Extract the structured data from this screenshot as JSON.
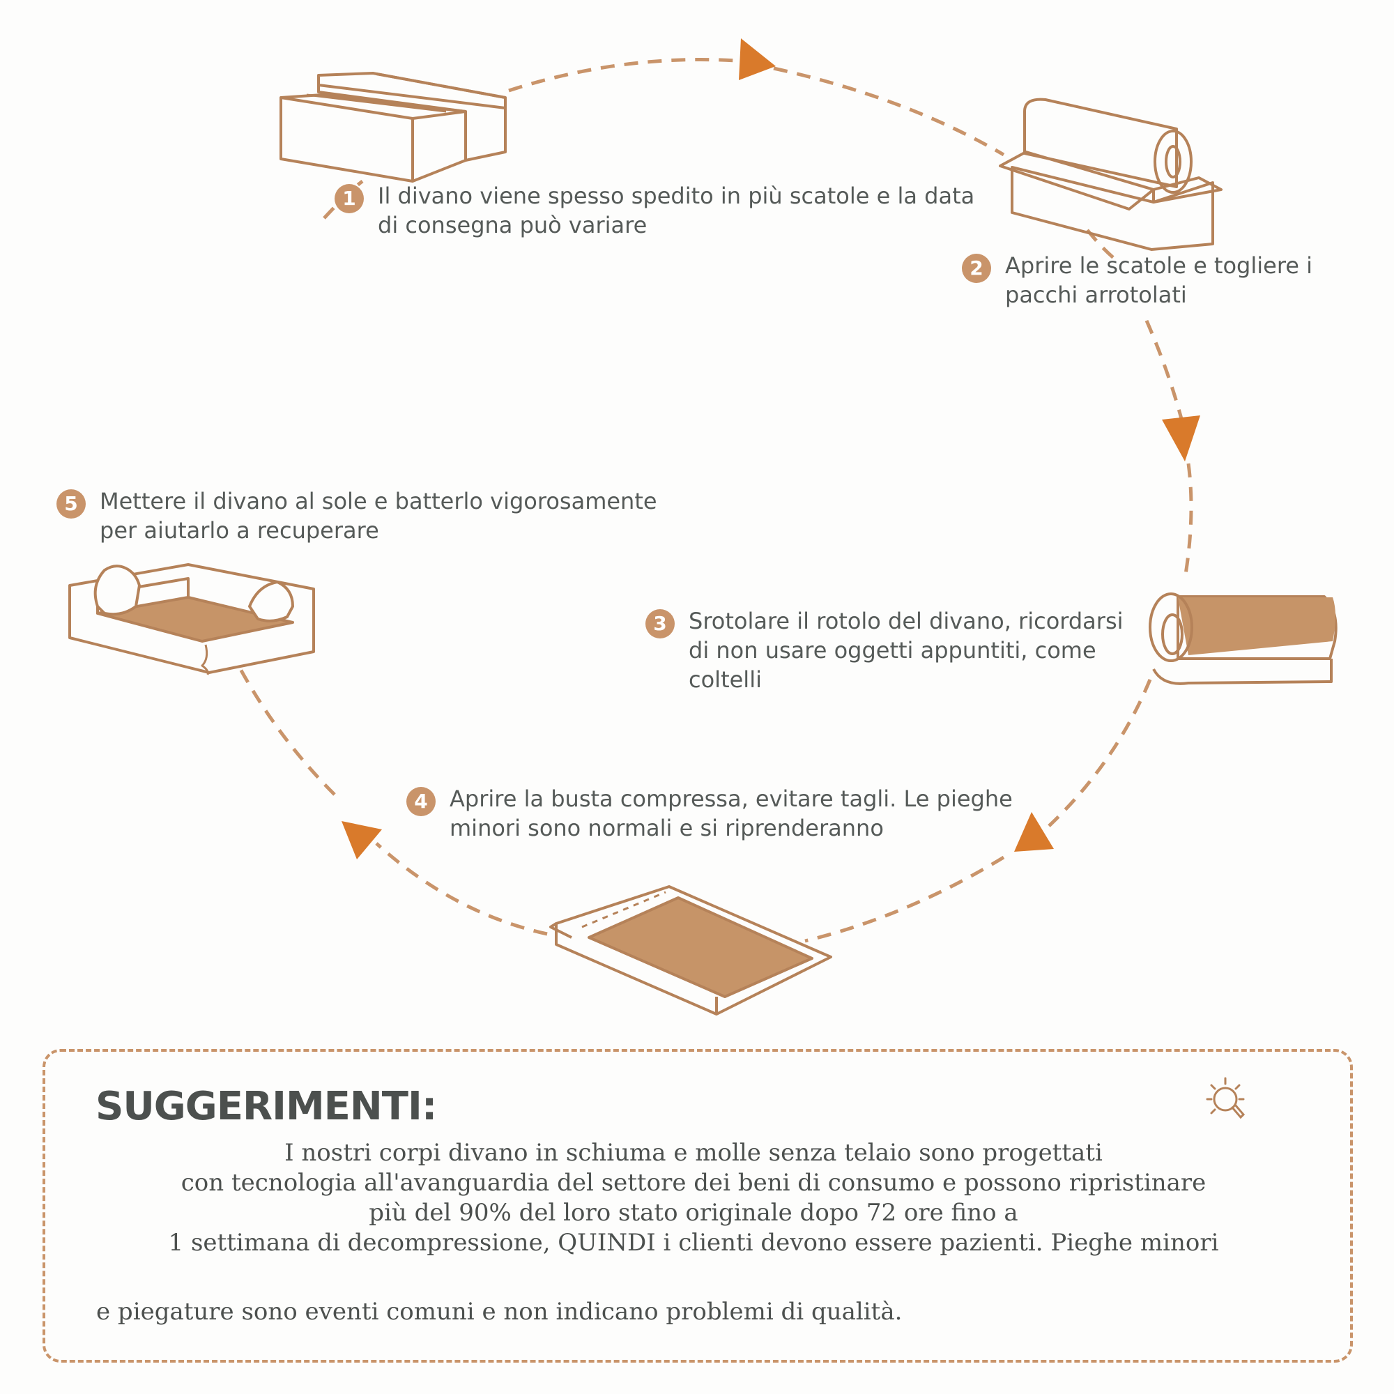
{
  "steps": [
    {
      "number": "1",
      "text": "Il divano viene spesso spedito in più scatole e la data di consegna può variare"
    },
    {
      "number": "2",
      "text": "Aprire le scatole e togliere i pacchi arrotolati"
    },
    {
      "number": "3",
      "text": "Srotolare il rotolo del divano, ricordarsi di non usare oggetti appuntiti, come coltelli"
    },
    {
      "number": "4",
      "text": "Aprire la busta compressa, evitare tagli. Le pieghe minori sono normali e si riprenderanno"
    },
    {
      "number": "5",
      "text": "Mettere il divano al sole e batterlo vigorosamente per aiutarlo a recuperare"
    }
  ],
  "tips": {
    "title": "SUGGERIMENTI:",
    "lines": [
      "I nostri corpi divano in schiuma e molle senza telaio sono progettati",
      "con tecnologia all'avanguardia del settore dei beni di consumo e possono ripristinare",
      "più del 90% del loro stato originale dopo 72 ore fino a",
      "1 settimana di decompressione, QUINDI i clienti devono essere pazienti. Pieghe minori"
    ],
    "last_line": "e piegature sono eventi comuni e non indicano problemi di qualità."
  },
  "colors": {
    "accent": "#c9946a",
    "arrow": "#d97a2b",
    "line": "#b58259",
    "text": "#555a58",
    "title": "#4c504e"
  },
  "icons": [
    "stacked-boxes-icon",
    "open-box-roll-icon",
    "unrolling-roll-icon",
    "compressed-bag-icon",
    "sofa-hands-icon",
    "lightbulb-icon"
  ]
}
